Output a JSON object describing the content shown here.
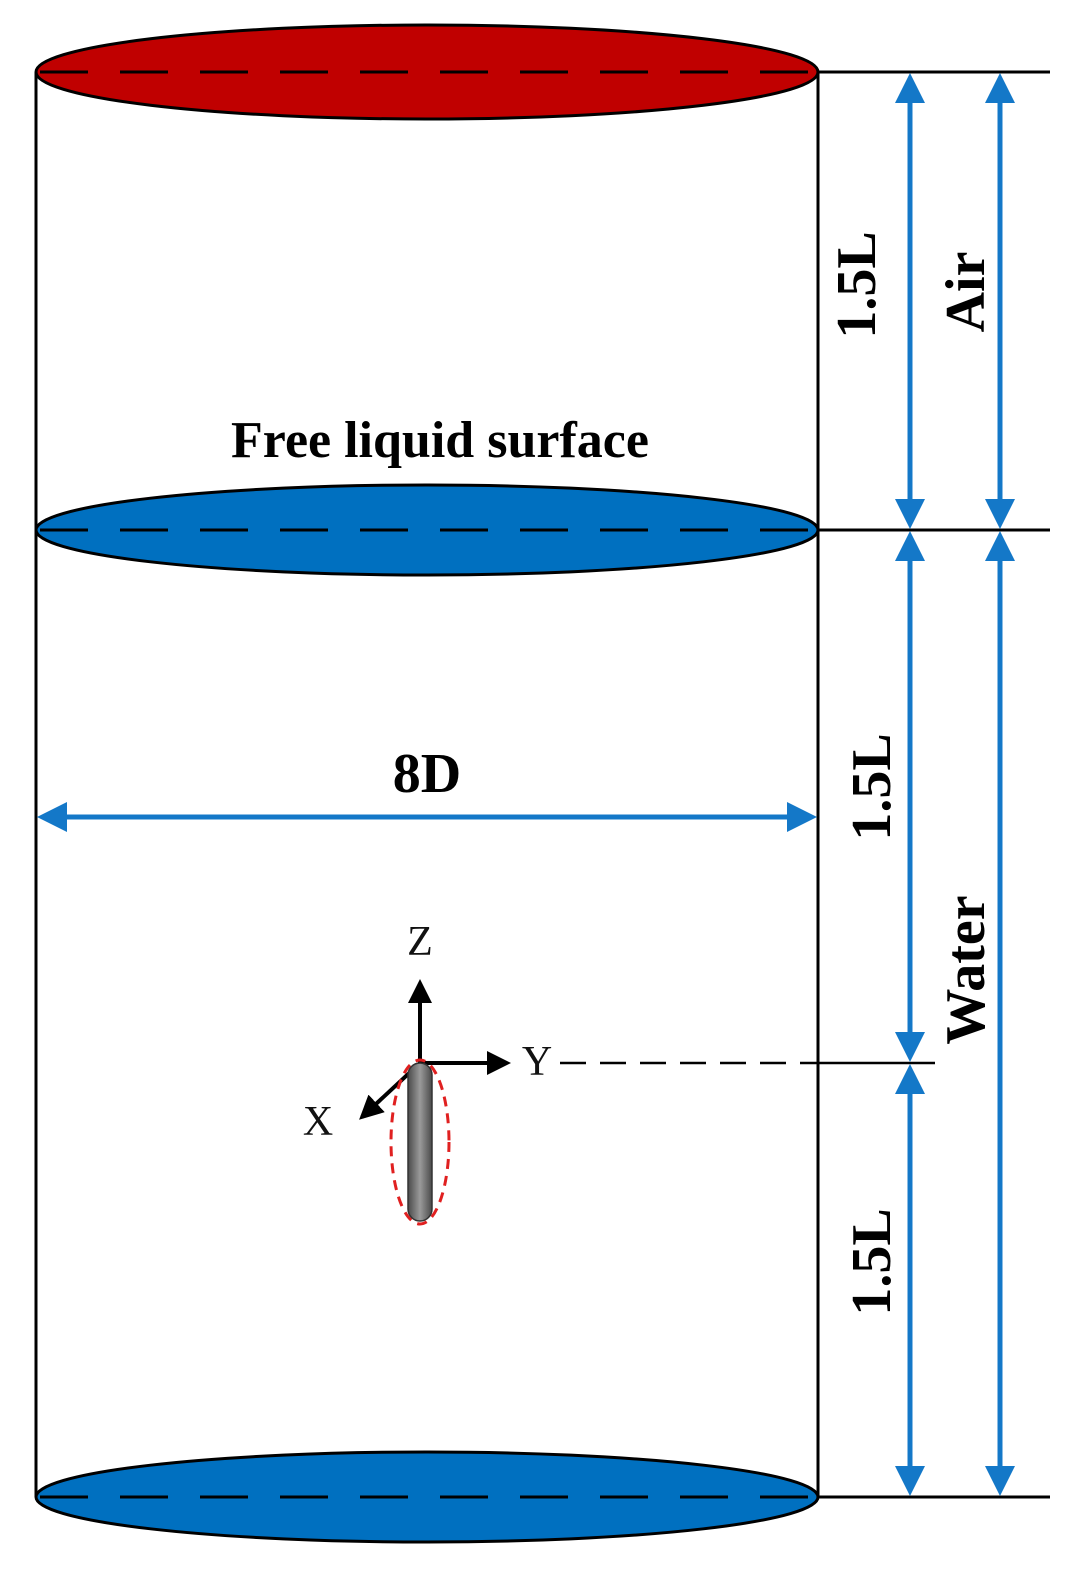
{
  "diagram": {
    "surface_label": "Free liquid surface",
    "diameter_label": "8D",
    "dim_air_segment": "1.5L",
    "dim_water_upper_segment": "1.5L",
    "dim_water_lower_segment": "1.5L",
    "region_air": "Air",
    "region_water": "Water",
    "axis_x": "X",
    "axis_y": "Y",
    "axis_z": "Z",
    "colors": {
      "air_top": "#c00000",
      "water": "#0070c0",
      "dimension_arrow": "#1478c8",
      "outline": "#000000",
      "vehicle": "#6e6e6e",
      "vehicle_halo": "#e02020"
    }
  }
}
